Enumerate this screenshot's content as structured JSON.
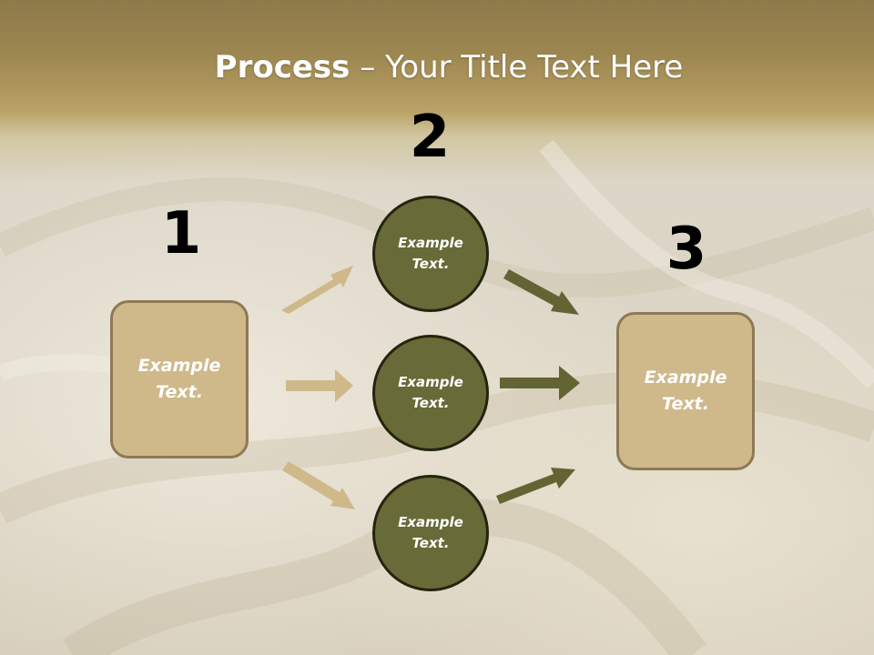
{
  "slide": {
    "title_bold": "Process",
    "title_dash": " – ",
    "title_rest": "Your Title Text Here"
  },
  "steps": [
    {
      "number": "1",
      "text": "Example\nText."
    },
    {
      "number": "2",
      "text": "Example\nText."
    },
    {
      "number": "3",
      "text": "Example\nText."
    }
  ],
  "circles": [
    {
      "text": "Example\nText."
    },
    {
      "text": "Example\nText."
    },
    {
      "text": "Example\nText."
    }
  ],
  "colors": {
    "title_band": "#a88f4e",
    "box_fill": "#cfb98a",
    "box_border": "#8d7a55",
    "circle_fill": "#686a37",
    "circle_border": "#23240f",
    "arrow_light": "#cfb98a",
    "arrow_dark": "#626433"
  }
}
